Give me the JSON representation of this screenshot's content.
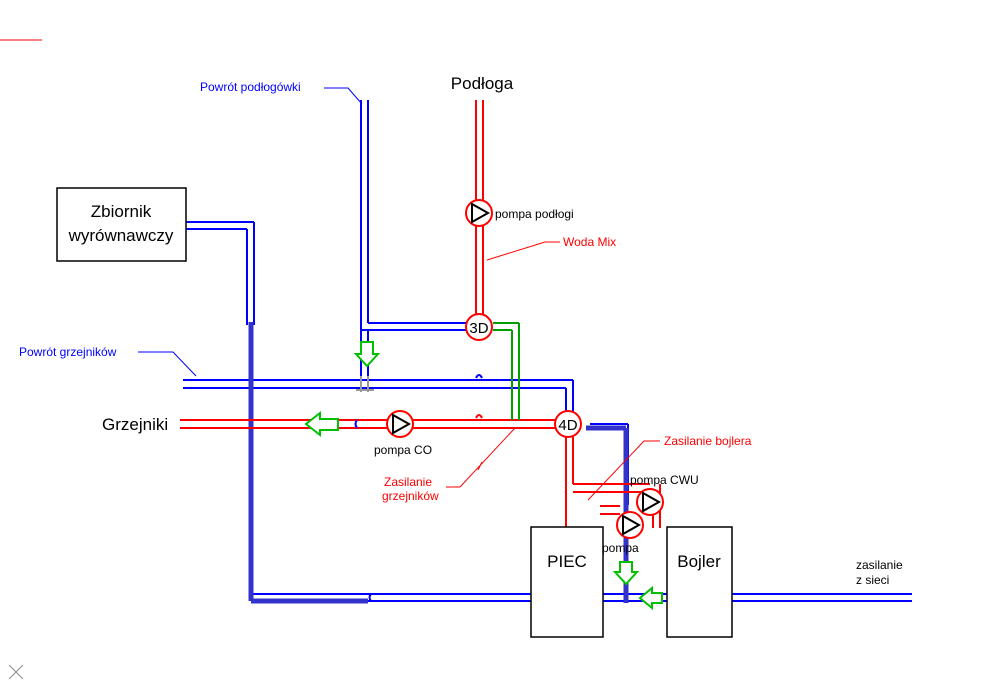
{
  "colors": {
    "supply": "#ff0000",
    "return": "#0000ff",
    "bypass": "#00a000",
    "flow_arrow": "#00c000",
    "gray": "#999999",
    "outline": "#000000"
  },
  "labels": {
    "podloga": "Podłoga",
    "powrot_podlogowki": "Powrót podłogówki",
    "zbiornik_line1": "Zbiornik",
    "zbiornik_line2": "wyrównawczy",
    "pompa_podlogi": "pompa podłogi",
    "woda_mix": "Woda Mix",
    "powrot_grzejnikow": "Powrót grzejników",
    "grzejniki": "Grzejniki",
    "pompa_co": "pompa CO",
    "zasilanie_grzejnikow_line1": "Zasilanie",
    "zasilanie_grzejnikow_line2": "grzejników",
    "zasilanie_bojlera": "Zasilanie bojlera",
    "pompa_cwu": "pompa CWU",
    "pompa": "pompa",
    "piec": "PIEC",
    "bojler": "Bojler",
    "zasilanie_z_sieci_line1": "zasilanie",
    "zasilanie_z_sieci_line2": "z sieci",
    "valve_3d": "3D",
    "valve_4d": "4D"
  },
  "icons": [
    "pump-icon",
    "flow-arrow-icon",
    "three-way-valve-icon",
    "four-way-valve-icon",
    "close-icon"
  ]
}
